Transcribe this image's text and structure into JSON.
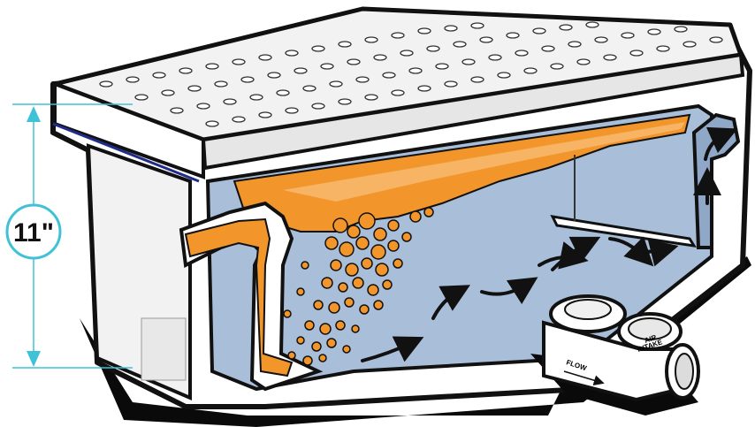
{
  "dimension": {
    "height_label": "11\""
  },
  "valve": {
    "air_intake_line1": "AIR",
    "air_intake_line2": "INTAKE",
    "flow_label": "FLOW"
  },
  "colors": {
    "grease": "#f2952a",
    "grease_light": "#f7b465",
    "water": "#a9bed8",
    "water_dark": "#8fa8c8",
    "body": "#ffffff",
    "outline": "#111111",
    "dimension_line": "#3fc1d6",
    "shadow": "#0a0a0a",
    "rim_blue": "#1f2c8a"
  },
  "icons": [
    "flow-arrow-icon",
    "dimension-arrow-icon",
    "drain-grate-icon",
    "check-valve-icon"
  ]
}
